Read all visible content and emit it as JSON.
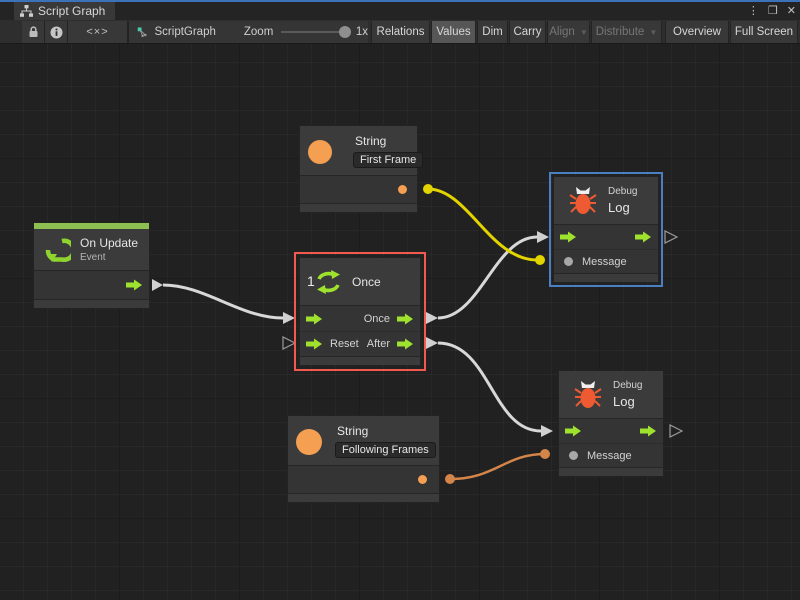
{
  "window": {
    "tab_title": "Script Graph",
    "menu_icon": "⋮",
    "maximize_icon": "❒",
    "close_icon": "✕"
  },
  "toolbar": {
    "lock_icon": "lock",
    "info_icon": "i",
    "code_glyph": "<×>",
    "graph_name": "ScriptGraph",
    "zoom_label": "Zoom",
    "zoom_value": "1x",
    "buttons": [
      {
        "label": "Relations",
        "state": "normal"
      },
      {
        "label": "Values",
        "state": "active"
      },
      {
        "label": "Dim",
        "state": "normal"
      },
      {
        "label": "Carry",
        "state": "normal"
      },
      {
        "label": "Align",
        "state": "disabled",
        "dropdown": true
      },
      {
        "label": "Distribute",
        "state": "disabled",
        "dropdown": true
      },
      {
        "label": "Overview",
        "state": "normal"
      },
      {
        "label": "Full Screen",
        "state": "normal"
      }
    ]
  },
  "graph": {
    "nodes": {
      "string_top": {
        "title": "String",
        "value": "First Frame"
      },
      "on_update": {
        "title": "On Update",
        "subtitle": "Event"
      },
      "once": {
        "badge": "1",
        "title": "Once",
        "out_once": "Once",
        "in_reset": "Reset",
        "out_after": "After"
      },
      "debug_top": {
        "subtitle": "Debug",
        "title": "Log",
        "message_label": "Message"
      },
      "debug_bottom": {
        "subtitle": "Debug",
        "title": "Log",
        "message_label": "Message"
      },
      "string_bottom": {
        "title": "String",
        "value": "Following Frames"
      }
    },
    "colors": {
      "port_green": "#9ee22e",
      "event_header_green": "#8cc051",
      "selection_red": "#f25a4e",
      "selection_blue": "#4a7fc1",
      "string_orange": "#f49f52",
      "bug_orange": "#ee5a31",
      "wire_white": "#d8d8d8",
      "wire_yellow": "#e3d400",
      "wire_orange": "#d4854a"
    }
  }
}
